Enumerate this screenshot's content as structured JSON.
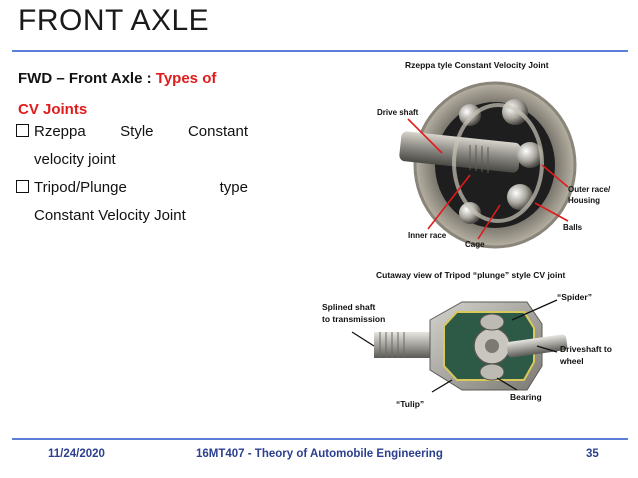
{
  "slide": {
    "title": "FRONT AXLE",
    "heading_black": "FWD – Front Axle : ",
    "heading_red_1": "Types of",
    "heading_red_2": "CV Joints",
    "bullet_1_line_1": "Rzeppa Style Constant",
    "bullet_1_line_2": "velocity joint",
    "bullet_2_line_1": "Tripod/Plunge type",
    "bullet_2_line_2": "Constant Velocity Joint"
  },
  "figure_top": {
    "caption": "Rzeppa tyle Constant Velocity Joint",
    "label_drive_shaft": "Drive shaft",
    "label_outer_race_1": "Outer race/",
    "label_outer_race_2": "Housing",
    "label_balls": "Balls",
    "label_inner_race": "Inner race",
    "label_cage": "Cage"
  },
  "figure_bottom": {
    "caption": "Cutaway view of Tripod “plunge” style CV joint",
    "label_splined_1": "Splined shaft",
    "label_splined_2": "to transmission",
    "label_spider": "“Spider”",
    "label_driveshaft_1": "Driveshaft to",
    "label_driveshaft_2": "wheel",
    "label_tulip": "“Tulip”",
    "label_bearing": "Bearing"
  },
  "footer": {
    "date": "11/24/2020",
    "course": "16MT407 - Theory of Automobile Engineering",
    "page": "35"
  },
  "colors": {
    "accent_rule": "#5b7fd6",
    "heading_red": "#e01b1b",
    "footer_text": "#2b3f8f",
    "pointer_red": "#e01b1b"
  }
}
